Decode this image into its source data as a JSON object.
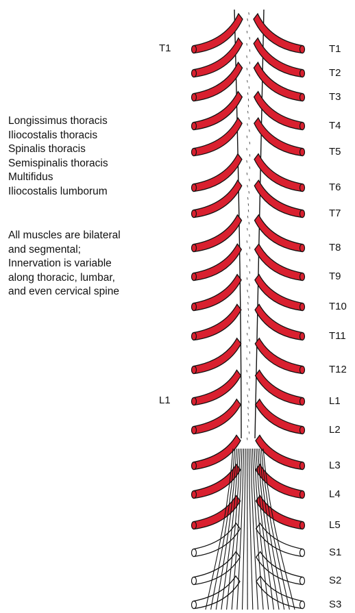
{
  "muscles": [
    "Longissimus thoracis",
    "Iliocostalis thoracis",
    "Spinalis thoracis",
    "Semispinalis thoracis",
    "Multifidus",
    "Iliocostalis lumborum"
  ],
  "note": "All muscles are bilateral and segmental; Innervation is variable along thoracic, lumbar, and even cervical spine",
  "note_lines": [
    "All muscles are bilateral",
    "and segmental;",
    "Innervation is variable",
    "along thoracic, lumbar,",
    "and even cervical spine"
  ],
  "left_labels": [
    "T1",
    "L1"
  ],
  "right_labels": [
    "T1",
    "T2",
    "T3",
    "T4",
    "T5",
    "T6",
    "T7",
    "T8",
    "T9",
    "T10",
    "T11",
    "T12",
    "L1",
    "L2",
    "L3",
    "L4",
    "L5",
    "S1",
    "S2",
    "S3"
  ],
  "colors": {
    "muscle": "#d9202f",
    "outline": "#111111",
    "nerve_root": "#ffffff"
  }
}
